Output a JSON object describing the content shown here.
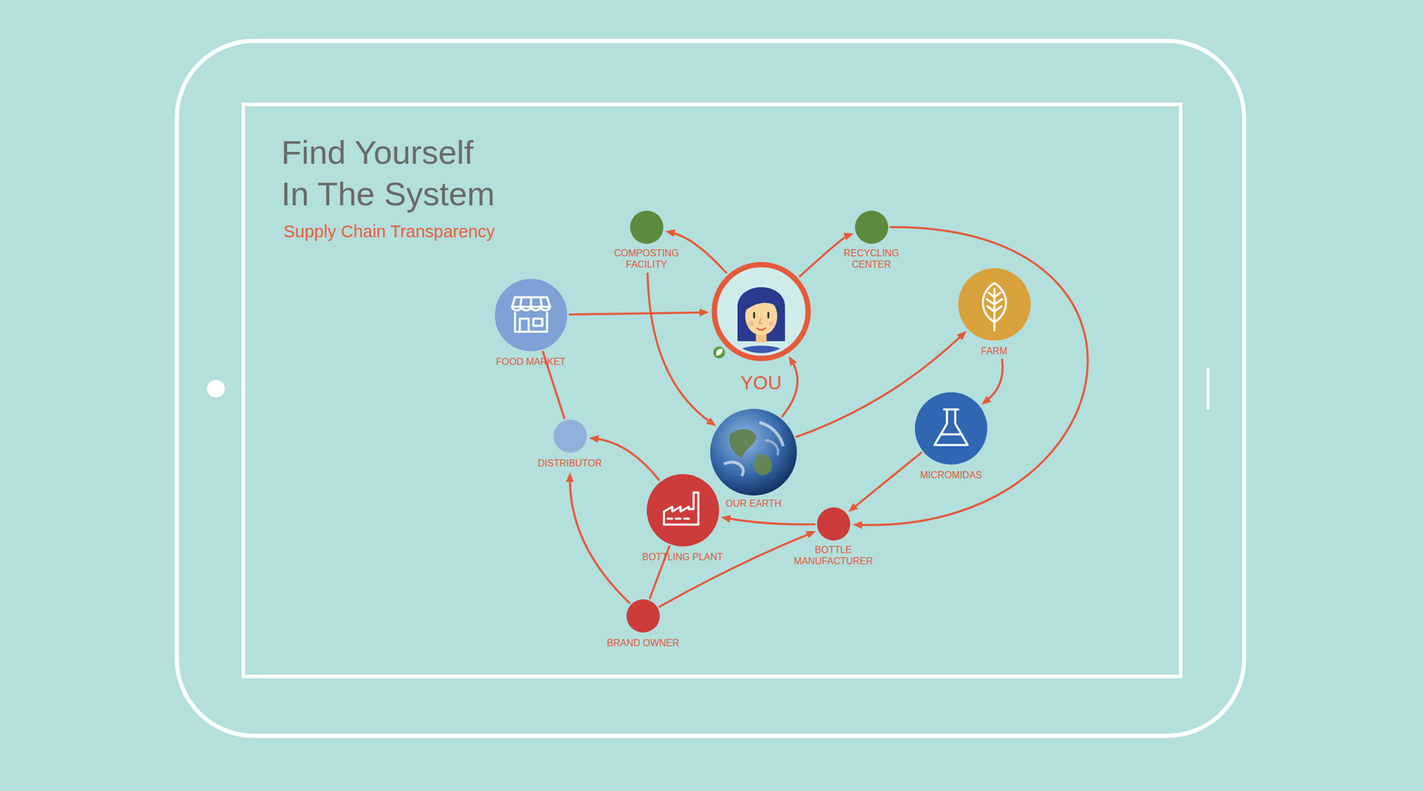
{
  "diagram": {
    "title": "Find Yourself In The System",
    "nodes": [
      {
        "text": [
          "COMPOSTING FACILITY"
        ]
      },
      {
        "text": [
          "YOU"
        ]
      },
      {
        "text": [
          "RECYCLING CENTER"
        ]
      },
      {
        "text": [
          "FOOD MARKET"
        ]
      },
      {
        "text": [
          "FARM"
        ]
      },
      {
        "text": [
          "DISTRIBUTOR"
        ]
      },
      {
        "text": [
          "OUR EARTH"
        ]
      },
      {
        "text": [
          "MICROMIDAS"
        ]
      },
      {
        "text": [
          "BOTTLING PLANT"
        ]
      },
      {
        "text": [
          "BOTTLE MANUFACTURER"
        ]
      },
      {
        "text": [
          "BRAND OWNER"
        ]
      }
    ],
    "edges": [
      {
        "from": 3,
        "to": 1,
        "arrow": "to"
      },
      {
        "from": 1,
        "to": 0,
        "arrow": "to"
      },
      {
        "from": 1,
        "to": 2,
        "arrow": "to"
      },
      {
        "from": 0,
        "to": 6,
        "arrow": "to"
      },
      {
        "from": 6,
        "to": 1,
        "arrow": "to"
      },
      {
        "from": 6,
        "to": 4,
        "arrow": "to"
      },
      {
        "from": 4,
        "to": 7,
        "arrow": "to"
      },
      {
        "from": 7,
        "to": 9,
        "arrow": "to"
      },
      {
        "from": 2,
        "to": 9,
        "arrow": "to"
      },
      {
        "from": 9,
        "to": 8,
        "arrow": "to"
      },
      {
        "from": 8,
        "to": 5,
        "arrow": "to"
      },
      {
        "from": 5,
        "to": 3,
        "arrow": "none"
      },
      {
        "from": 10,
        "to": 5,
        "arrow": "to"
      },
      {
        "from": 10,
        "to": 8,
        "arrow": "none"
      },
      {
        "from": 10,
        "to": 9,
        "arrow": "to"
      }
    ],
    "labels": [
      "Supply Chain Transparency"
    ]
  }
}
